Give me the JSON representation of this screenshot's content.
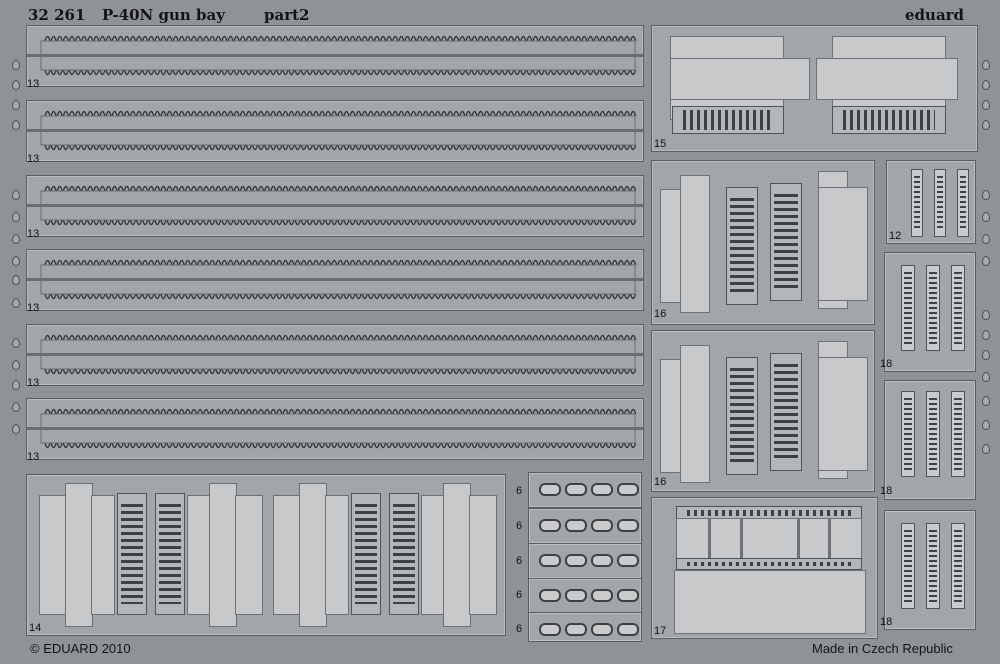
{
  "header": {
    "catalog_number": "32 261",
    "title": "P-40N gun bay",
    "part": "part2",
    "brand": "eduard"
  },
  "footer": {
    "copyright": "© EDUARD 2010",
    "origin": "Made in Czech Republic"
  },
  "part_numbers": {
    "belts": [
      "13",
      "13",
      "13",
      "13",
      "13",
      "13"
    ],
    "bay_left": "14",
    "upper_right_panel": "15",
    "side_panel_a": "16",
    "side_panel_b": "16",
    "ammo_box": "17",
    "clip_strips": "12",
    "link_set_a": "18",
    "link_set_b": "18",
    "link_set_c": "18",
    "clip_rows": [
      "6",
      "6",
      "6",
      "6",
      "6"
    ]
  },
  "colors": {
    "fret": "#8f9296",
    "metal_raised": "#a3a6a9",
    "etched_detail": "#3e4144",
    "text": "#141414"
  }
}
